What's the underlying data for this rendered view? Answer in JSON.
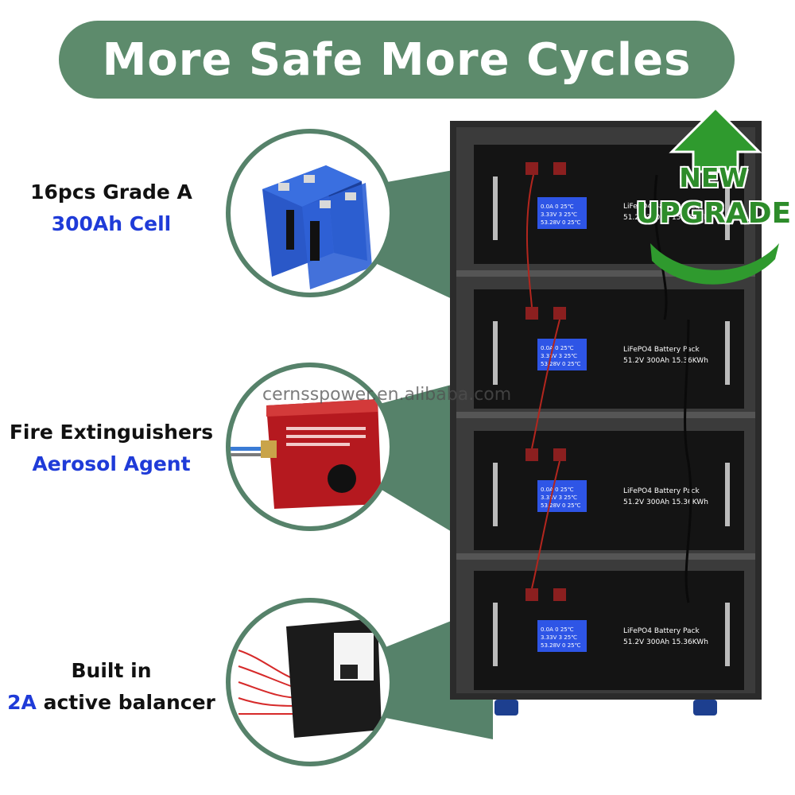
{
  "banner": {
    "title": "More Safe More Cycles"
  },
  "features": [
    {
      "line1": "16pcs Grade A",
      "line2": "300Ah Cell"
    },
    {
      "line1": "Fire Extinguishers",
      "line2": "Aerosol Agent"
    },
    {
      "line1": "Built in",
      "line2_highlight": "2A",
      "line2_rest": " active balancer"
    }
  ],
  "badge": {
    "new": "NEW",
    "upgrade": "UPGRADE"
  },
  "watermark": "cernsspower.en.alibaba.com",
  "modules": [
    {
      "screen": [
        "0.0A  0  25℃",
        "3.33V 3 25℃",
        "53.28V 0 25℃"
      ],
      "label1": "LiFePO4 Battery Pack",
      "label2": "51.2V 300Ah 15.36KWh"
    },
    {
      "screen": [
        "0.0A  0  25℃",
        "3.33V 3 25℃",
        "53.28V 0 25℃"
      ],
      "label1": "LiFePO4 Battery Pack",
      "label2": "51.2V 300Ah 15.36KWh"
    },
    {
      "screen": [
        "0.0A  0  25℃",
        "3.33V 3 25℃",
        "53.28V 0 25℃"
      ],
      "label1": "LiFePO4 Battery Pack",
      "label2": "51.2V 300Ah 15.36KWh"
    },
    {
      "screen": [
        "0.0A  0  25℃",
        "3.33V 3 25℃",
        "53.28V 0 25℃"
      ],
      "label1": "LiFePO4 Battery Pack",
      "label2": "51.2V 300Ah 15.36KWh"
    }
  ],
  "colors": {
    "accent_green": "#5d8b6c",
    "highlight_blue": "#1f3bd8",
    "cabinet": "#2b2b2b",
    "module": "#141414"
  }
}
